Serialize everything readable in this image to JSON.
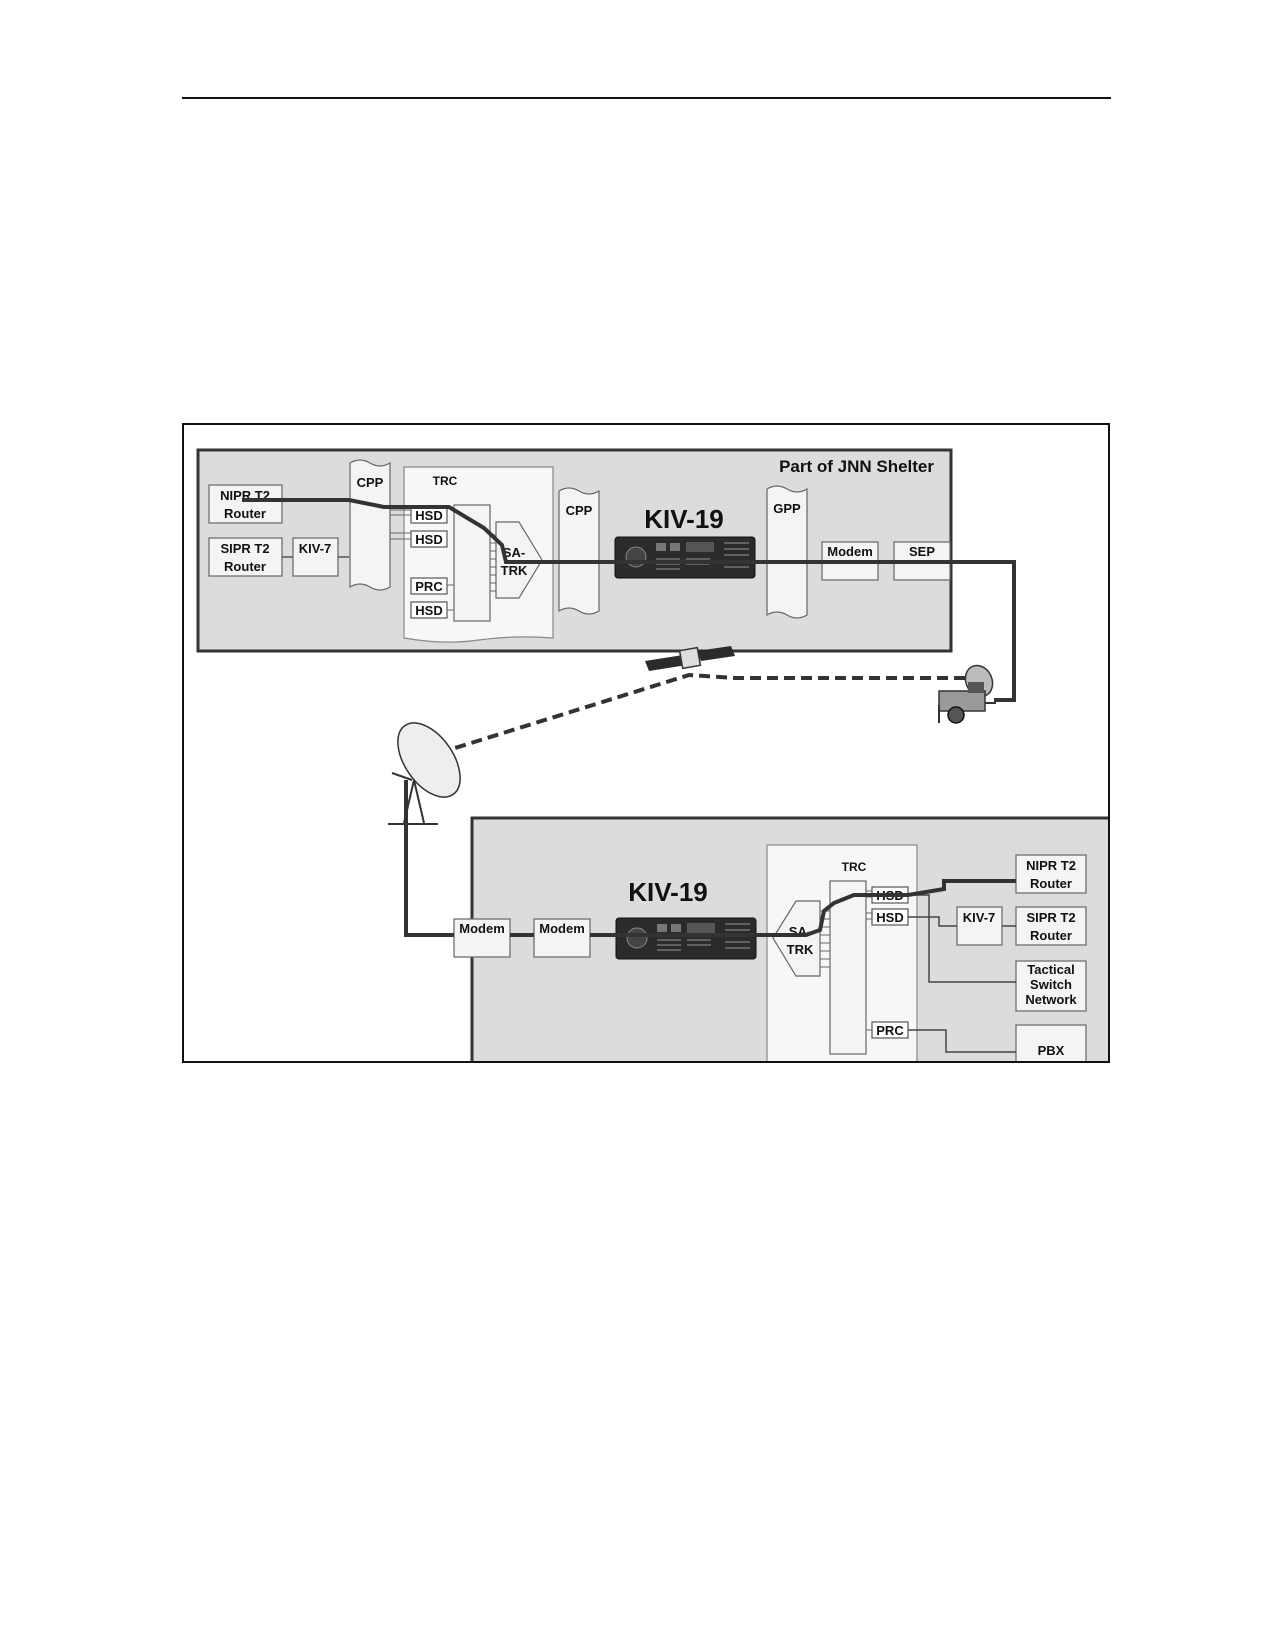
{
  "colors": {
    "shelter_fill": "#dcdcdc",
    "line": "#333333",
    "box_fill": "#f4f4f4",
    "device_fill": "#2b2b2b"
  },
  "top": {
    "shelter_label": "Part of JNN Shelter",
    "nipr_router": [
      "NIPR T2",
      "Router"
    ],
    "sipr_router": [
      "SIPR T2",
      "Router"
    ],
    "kiv7": "KIV-7",
    "cpp1": "CPP",
    "trc": "TRC",
    "hsd1": "HSD",
    "hsd2": "HSD",
    "prc": "PRC",
    "hsd3": "HSD",
    "satrk": [
      "SA-",
      "TRK"
    ],
    "cpp2": "CPP",
    "kiv19": "KIV-19",
    "gpp": "GPP",
    "modem": "Modem",
    "sep": "SEP"
  },
  "bottom": {
    "modem1": "Modem",
    "modem2": "Modem",
    "kiv19": "KIV-19",
    "trc": "TRC",
    "satrk": [
      "SA-",
      "TRK"
    ],
    "hsd1": "HSD",
    "hsd2": "HSD",
    "prc": "PRC",
    "nipr_router": [
      "NIPR T2",
      "Router"
    ],
    "kiv7": "KIV-7",
    "sipr_router": [
      "SIPR T2",
      "Router"
    ],
    "tactical": [
      "Tactical",
      "Switch",
      "Network"
    ],
    "pbx": "PBX"
  },
  "icons": [
    "satellite-icon",
    "satellite-dish-icon",
    "satellite-terminal-trailer-icon",
    "kiv19-device-icon"
  ]
}
